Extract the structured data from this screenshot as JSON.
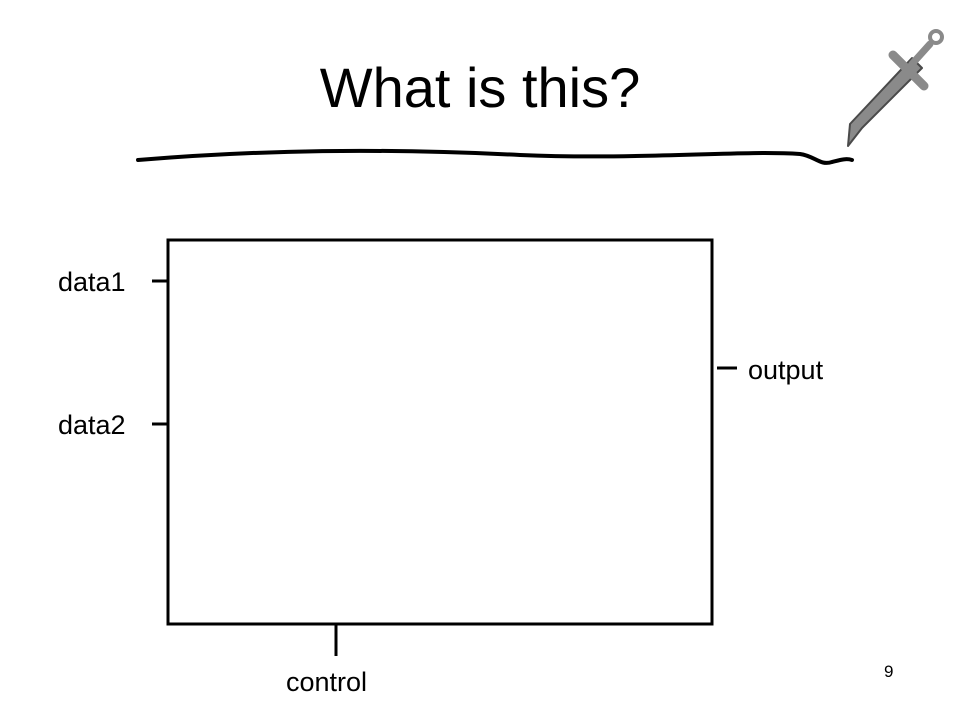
{
  "slide": {
    "title": "What is this?",
    "page_number": "9"
  },
  "diagram": {
    "inputs": [
      "data1",
      "data2"
    ],
    "output": "output",
    "control": "control"
  },
  "colors": {
    "line": "#000000",
    "sword": "#8a8a8a",
    "background": "#ffffff"
  },
  "icons": {
    "decoration": "sword-icon"
  }
}
